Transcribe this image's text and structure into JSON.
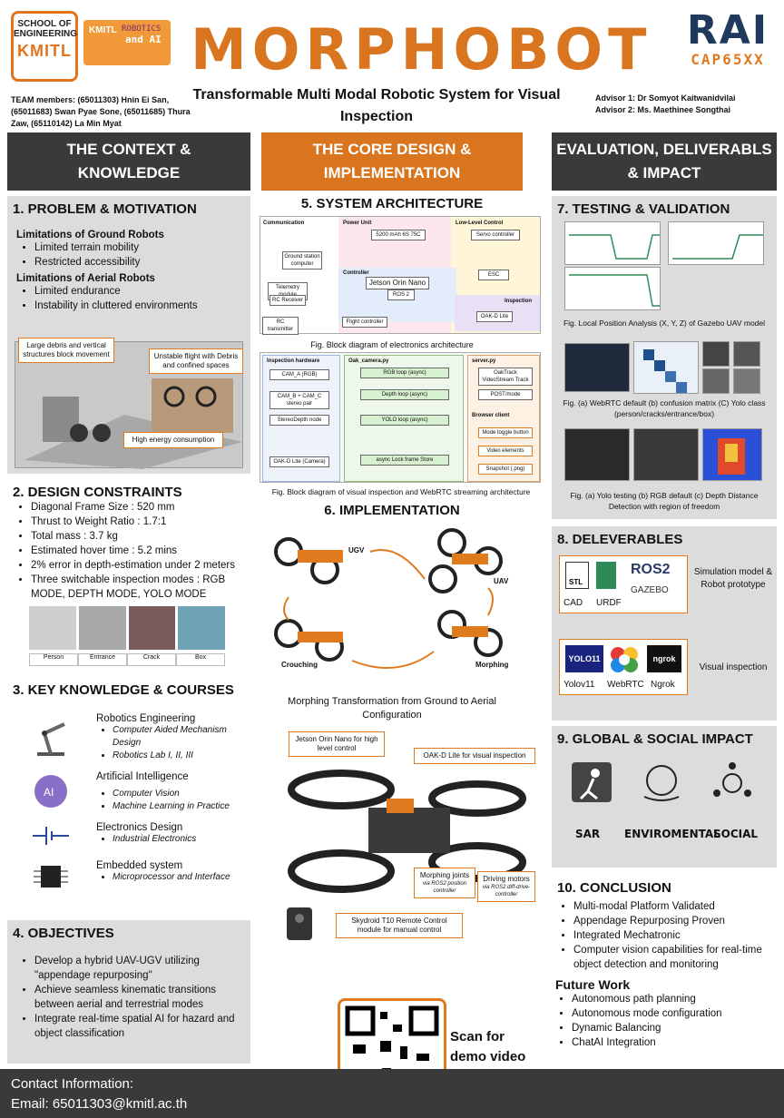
{
  "header": {
    "logo_school_line1": "SCHOOL OF",
    "logo_school_line2": "ENGINEERING",
    "logo_school_line3": "KMITL",
    "logo_rai_a": "KMITL",
    "logo_rai_b": "ROBOTICS",
    "logo_rai_c": "and AI",
    "title": "MORPHOBOT",
    "subtitle": "Transformable Multi Modal Robotic System for Visual Inspection",
    "team": "TEAM members: (65011303) Hnin Ei San, (65011683) Swan Pyae Sone, (65011685) Thura Zaw, (65110142) La Min Myat",
    "advisor1": "Advisor 1: Dr Somyot Kaitwanidvilai",
    "advisor2": "Advisor 2: Ms. Maethinee Songthai",
    "cap_logo_top": "RAI",
    "cap_logo_bottom": "CAP65XX"
  },
  "columns": {
    "left": "THE CONTEXT & KNOWLEDGE",
    "center": "THE CORE DESIGN & IMPLEMENTATION",
    "right": "EVALUATION, DELIVERABLS & IMPACT"
  },
  "problem": {
    "title": "1. PROBLEM & MOTIVATION",
    "ground_title": "Limitations of Ground Robots",
    "ground_items": [
      "Limited terrain mobility",
      "Restricted accessibility"
    ],
    "aerial_title": "Limitations of Aerial Robots",
    "aerial_items": [
      "Limited endurance",
      "Instability in cluttered environments"
    ],
    "callout1": "Large debris and vertical structures block movement",
    "callout2": "Unstable flight with Debris and confined spaces",
    "callout3": "High energy consumption"
  },
  "constraints": {
    "title": "2. DESIGN CONSTRAINTS",
    "items": [
      "Diagonal Frame Size : 520 mm",
      "Thrust to Weight Ratio : 1.7:1",
      "Total mass : 3.7 kg",
      "Estimated hover time :  5.2 mins",
      "2% error in depth-estimation under 2 meters",
      "Three switchable inspection modes : RGB MODE, DEPTH MODE, YOLO MODE"
    ],
    "labels": [
      "Person",
      "Entrance",
      "Crack",
      "Box"
    ]
  },
  "knowledge": {
    "title": "3. KEY KNOWLEDGE & COURSES",
    "courses": [
      {
        "name": "Robotics Engineering",
        "items": [
          "Computer Aided Mechanism Design",
          "Robotics Lab I, II, III"
        ]
      },
      {
        "name": "Artificial Intelligence",
        "items": [
          "Computer Vision",
          "Machine Learning in Practice"
        ]
      },
      {
        "name": "Electronics Design",
        "items": [
          "Industrial Electronics"
        ]
      },
      {
        "name": "Embedded system",
        "items": [
          "Microprocessor and Interface"
        ]
      }
    ]
  },
  "objectives": {
    "title": "4. OBJECTIVES",
    "items": [
      "Develop a hybrid UAV-UGV utilizing \"appendage repurposing\"",
      "Achieve seamless kinematic transitions between aerial and terrestrial modes",
      "Integrate real-time spatial AI for hazard and object classification"
    ]
  },
  "architecture": {
    "title": "5. SYSTEM ARCHITECTURE",
    "caption1": "Fig. Block diagram of electronics architecture",
    "caption2": "Fig. Block diagram of visual inspection and WebRTC streaming architecture",
    "labels": [
      "Communication",
      "Power Unit",
      "Low-Level Control",
      "Controller",
      "Jetson Orin Nano",
      "Inspection",
      "OAK-D Lite",
      "ESC",
      "Servo controller",
      "Telemetry module",
      "RC Receiver",
      "RC transmitter",
      "Ground station computer",
      "Flight controller",
      "5200 mAh 6S 75C",
      "ROS 2"
    ],
    "labels2": [
      "Inspection hardware",
      "CAM_A (RGB)",
      "CAM_B + CAM_C stereo pair",
      "StereoDepth node",
      "OAK-D Lite (Camera)",
      "Oak_camera.py",
      "RGB loop (async)",
      "Depth loop (async)",
      "YOLO loop (async)",
      "async Lock frame Store",
      "server.py",
      "OakTrack VideoStream Track",
      "POST/mode",
      "Browser client",
      "Mode toggle button",
      "Video elements",
      "Snapshot (.png)"
    ]
  },
  "implementation": {
    "title": "6. IMPLEMENTATION",
    "ugv": "UGV",
    "uav": "UAV",
    "crouching": "Crouching",
    "morphing": "Morphing",
    "caption": "Morphing Transformation from Ground to Aerial Configuration",
    "callout_jetson": "Jetson Orin Nano for high level control",
    "callout_oak": "OAK-D Lite for visual inspection",
    "callout_joints_title": "Morphing joints",
    "callout_joints_sub": "via ROS2 position controller",
    "callout_motors_title": "Driving motors",
    "callout_motors_sub": "via ROS2 diff-drive-controller",
    "callout_remote": "Skydroid T10 Remote Control module for manual control",
    "scan_text": "Scan for demo video"
  },
  "testing": {
    "title": "7. TESTING & VALIDATION",
    "caption1": "Fig. Local Position Analysis (X, Y, Z) of Gazebo UAV model",
    "caption2": "Fig. (a) WebRTC default (b) confusion matrix (C) Yolo class (person/cracks/entrance/box)",
    "caption3": "Fig. (a) Yolo testing (b) RGB default (c) Depth Distance Detection with region of freedom"
  },
  "deliverables": {
    "title": "8. DELEVERABLES",
    "cad": "CAD",
    "urdf": "URDF",
    "ros2": "ROS2",
    "gazebo": "GAZEBO",
    "sim_label": "Simulation model & Robot prototype",
    "yolo": "Yolov11",
    "webrtc": "WebRTC",
    "ngrok": "Ngrok",
    "yolo_logo": "YOLO11",
    "ngrok_logo": "ngrok",
    "vis_label": "Visual inspection"
  },
  "impact": {
    "title": "9. GLOBAL & SOCIAL IMPACT",
    "labels": [
      "SAR",
      "ENVIROMENTAL",
      "SOCIAL"
    ]
  },
  "conclusion": {
    "title": "10. CONCLUSION",
    "items": [
      "Multi-modal Platform Validated",
      "Appendage Repurposing Proven",
      "Integrated Mechatronic",
      "Computer vision capabilities for real-time object detection and monitoring"
    ],
    "future_title": "Future Work",
    "future_items": [
      "Autonomous path planning",
      "Autonomous mode configuration",
      "Dynamic Balancing",
      "ChatAI Integration"
    ]
  },
  "footer": {
    "line1": "Contact Information:",
    "line2": "Email: 65011303@kmitl.ac.th"
  },
  "colors": {
    "accent": "#d9751f",
    "dark": "#3a3a3a",
    "panel": "#dcdcdc"
  }
}
